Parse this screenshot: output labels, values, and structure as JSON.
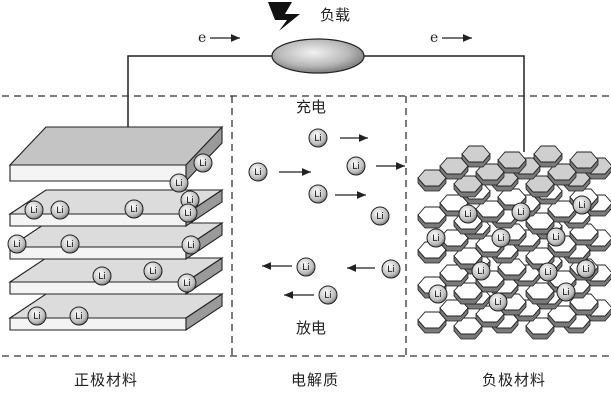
{
  "load_label": "负载",
  "electron_label_left": "e",
  "electron_label_right": "e",
  "charge_label": "充电",
  "discharge_label": "放电",
  "ion_label": "Li",
  "bottom_labels": {
    "cathode": "正极材料",
    "electrolyte": "电解质",
    "anode": "负极材料"
  }
}
